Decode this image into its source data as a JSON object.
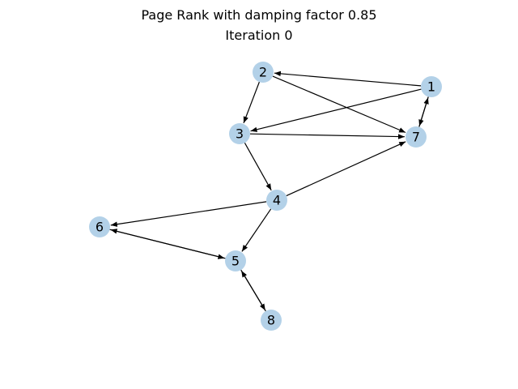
{
  "figure": {
    "title": "Page Rank with damping factor 0.85",
    "subtitle": "Iteration 0"
  },
  "graph": {
    "node_color": "#b3d1e8",
    "edge_color": "#000000",
    "nodes": [
      {
        "id": "1",
        "label": "1"
      },
      {
        "id": "2",
        "label": "2"
      },
      {
        "id": "3",
        "label": "3"
      },
      {
        "id": "4",
        "label": "4"
      },
      {
        "id": "5",
        "label": "5"
      },
      {
        "id": "6",
        "label": "6"
      },
      {
        "id": "7",
        "label": "7"
      },
      {
        "id": "8",
        "label": "8"
      }
    ],
    "edges": [
      {
        "from": "1",
        "to": "2"
      },
      {
        "from": "1",
        "to": "3"
      },
      {
        "from": "1",
        "to": "7"
      },
      {
        "from": "7",
        "to": "1"
      },
      {
        "from": "2",
        "to": "3"
      },
      {
        "from": "2",
        "to": "7"
      },
      {
        "from": "3",
        "to": "7"
      },
      {
        "from": "3",
        "to": "4"
      },
      {
        "from": "4",
        "to": "7"
      },
      {
        "from": "4",
        "to": "6"
      },
      {
        "from": "4",
        "to": "5"
      },
      {
        "from": "6",
        "to": "5"
      },
      {
        "from": "5",
        "to": "6"
      },
      {
        "from": "5",
        "to": "8"
      },
      {
        "from": "8",
        "to": "5"
      }
    ]
  }
}
